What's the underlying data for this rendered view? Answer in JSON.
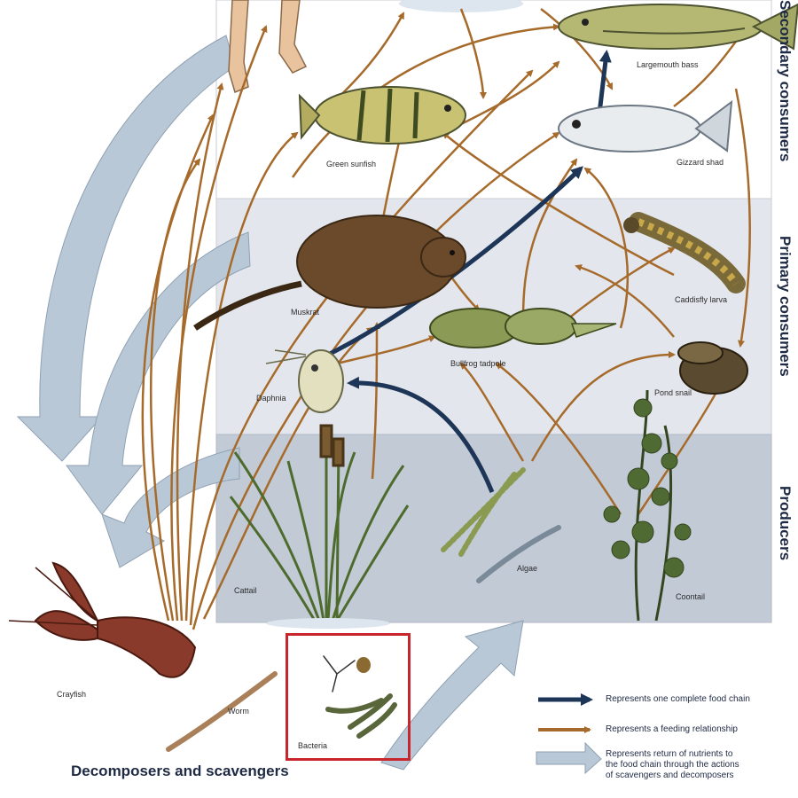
{
  "tiers": {
    "secondary": "Secondary consumers",
    "primary": "Primary consumers",
    "producers": "Producers"
  },
  "organisms": {
    "largemouth_bass": "Largemouth bass",
    "green_sunfish": "Green sunfish",
    "gizzard_shad": "Gizzard shad",
    "muskrat": "Muskrat",
    "caddisfly_larva": "Caddisfly larva",
    "daphnia": "Daphnia",
    "bullfrog_tadpole": "Bullfrog tadpole",
    "pond_snail": "Pond snail",
    "cattail": "Cattail",
    "algae": "Algae",
    "coontail": "Coontail",
    "crayfish": "Crayfish",
    "worm": "Worm",
    "bacteria": "Bacteria"
  },
  "group_label": "Decomposers and scavengers",
  "legend": {
    "food_chain": "Represents one complete food chain",
    "feeding": "Represents a feeding relationship",
    "nutrients_1": "Represents return of nutrients to",
    "nutrients_2": "the food chain through the actions",
    "nutrients_3": "of scavengers and decomposers"
  },
  "colors": {
    "food_chain_arrow": "#1d3557",
    "feeding_arrow": "#a66a2b",
    "nutrient_arrow": "#b9c8d6",
    "highlight_box": "#c8262c"
  }
}
